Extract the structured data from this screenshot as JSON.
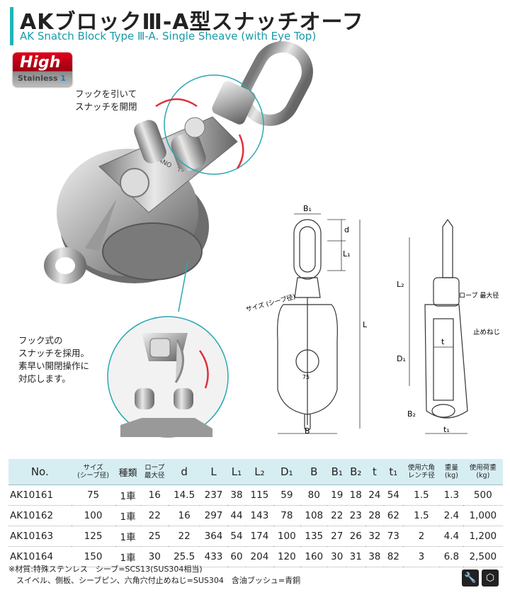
{
  "title": {
    "jp": "AKブロックⅢ-A型スナッチオーフ",
    "en": "AK Snatch Block Type Ⅲ-A. Single Sheave (with Eye Top)"
  },
  "badge": {
    "high": "High",
    "sub": "Stainless",
    "sub_num": "1"
  },
  "photo": {
    "stamp_brand": "ASANO",
    "stamp_size": "75"
  },
  "notes": {
    "hook_pull": "フックを引いて\nスナッチを開閉",
    "hook_type": "フック式の\nスナッチを採用。\n素早い開閉操作に\n対応します。"
  },
  "diagram": {
    "labels": {
      "B1": "B₁",
      "d": "d",
      "L1": "L₁",
      "L": "L",
      "B": "B",
      "size": "サイズ\n(シーブ径)",
      "L2": "L₂",
      "rope": "ロープ\n最大径",
      "t": "t",
      "D1": "D₁",
      "stop": "止めねじ",
      "B2": "B₂",
      "t1": "t₁",
      "mark": "75"
    }
  },
  "table": {
    "headers": [
      "No.",
      "サイズ\n(シーブ径)",
      "種類",
      "ロープ\n最大径",
      "d",
      "L",
      "L₁",
      "L₂",
      "D₁",
      "B",
      "B₁",
      "B₂",
      "t",
      "t₁",
      "使用六角\nレンチ径",
      "重量\n(kg)",
      "使用荷重\n(kg)"
    ],
    "rows": [
      [
        "AK10161",
        "75",
        "1車",
        "16",
        "14.5",
        "237",
        "38",
        "115",
        "59",
        "80",
        "19",
        "18",
        "24",
        "54",
        "1.5",
        "1.3",
        "500"
      ],
      [
        "AK10162",
        "100",
        "1車",
        "22",
        "16",
        "297",
        "44",
        "143",
        "78",
        "108",
        "22",
        "23",
        "28",
        "62",
        "1.5",
        "2.4",
        "1,000"
      ],
      [
        "AK10163",
        "125",
        "1車",
        "25",
        "22",
        "364",
        "54",
        "174",
        "100",
        "135",
        "27",
        "26",
        "32",
        "73",
        "2",
        "4.4",
        "1,200"
      ],
      [
        "AK10164",
        "150",
        "1車",
        "30",
        "25.5",
        "433",
        "60",
        "204",
        "120",
        "160",
        "30",
        "31",
        "38",
        "82",
        "3",
        "6.8",
        "2,500"
      ]
    ]
  },
  "footnote": "※材質:特殊ステンレス　シーブ=SCS13(SUS304相当)\n　スイベル、側板、シーブピン、六角穴付止めねじ=SUS304　含油ブッシュ=青銅",
  "icons": [
    "wrench-icon",
    "hex-key-icon"
  ]
}
